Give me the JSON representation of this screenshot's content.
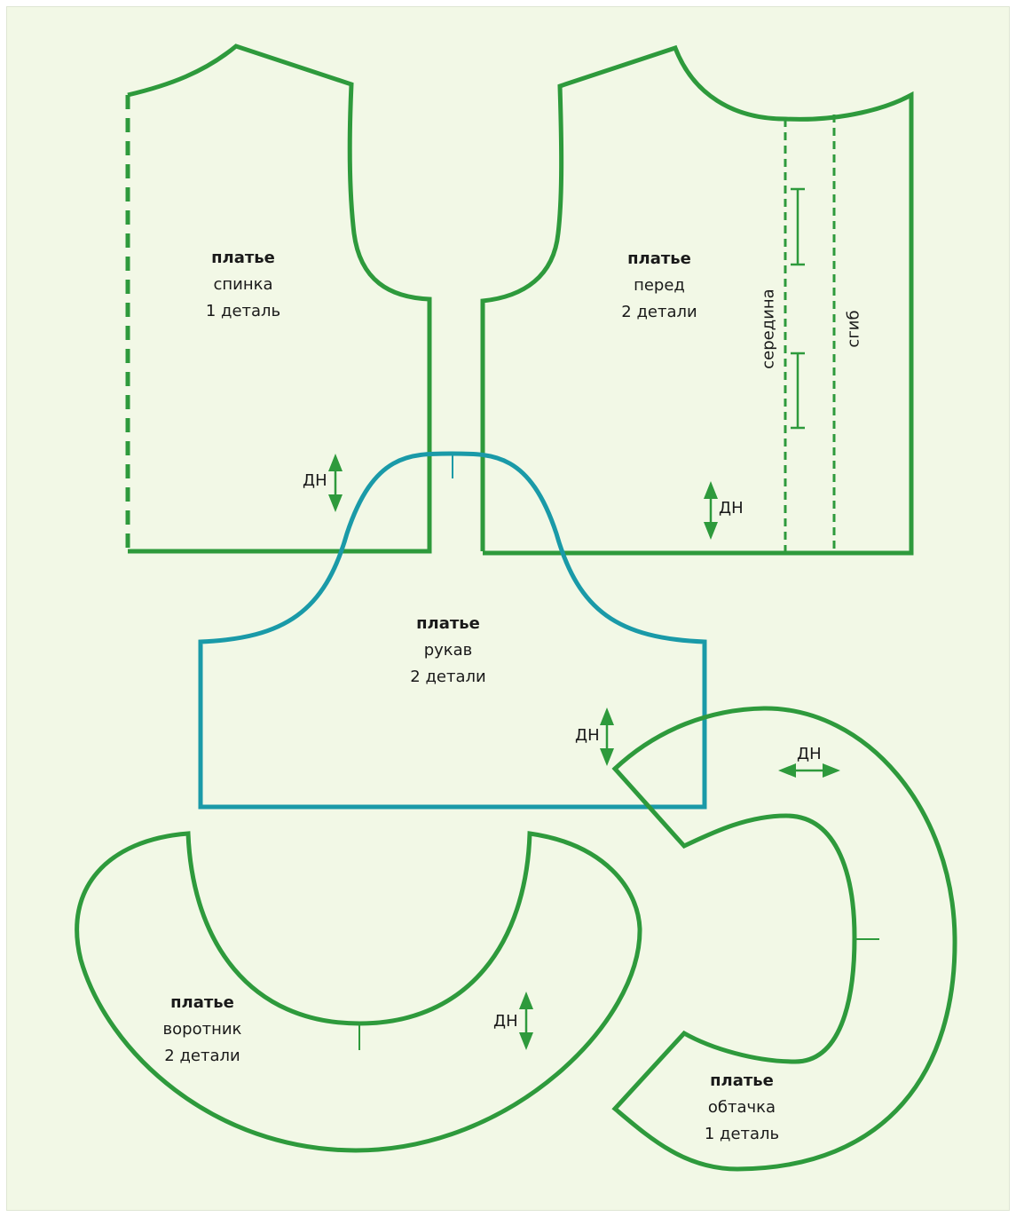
{
  "colors": {
    "green": "#2e9a3c",
    "teal": "#1a9aa8",
    "background": "#f2f8e6"
  },
  "pieces": {
    "back": {
      "title": "платье",
      "name": "спинка",
      "count": "1 деталь"
    },
    "front": {
      "title": "платье",
      "name": "перед",
      "count": "2 детали"
    },
    "sleeve": {
      "title": "платье",
      "name": "рукав",
      "count": "2 детали"
    },
    "collar": {
      "title": "платье",
      "name": "воротник",
      "count": "2 детали"
    },
    "facing": {
      "title": "платье",
      "name": "обтачка",
      "count": "1 деталь"
    }
  },
  "labels": {
    "center_front": "середина",
    "fold": "сгиб",
    "grain": "ДН"
  }
}
